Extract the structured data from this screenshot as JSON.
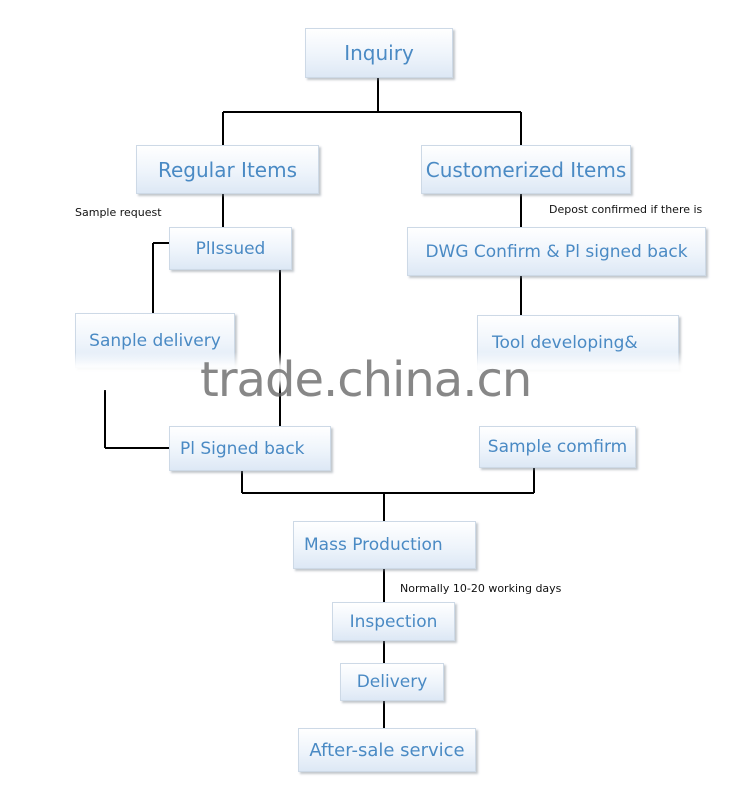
{
  "nodes": {
    "inquiry": "Inquiry",
    "regular_items": "Regular Items",
    "customerized_items": "Customerized Items",
    "pi_issued": "PlIssued",
    "dwg_confirm": "DWG Confirm & Pl signed back",
    "sample_delivery": "Sanple delivery",
    "tool_developing": "Tool developing&",
    "pi_signed_back": "Pl Signed back",
    "sample_confirm": "Sample comfirm",
    "mass_production": "Mass Production",
    "inspection": "Inspection",
    "delivery": "Delivery",
    "after_sale": "After-sale service"
  },
  "notes": {
    "sample_request": "Sample request",
    "deposit": "Depost confirmed if there is",
    "working_days": "Normally 10-20 working days"
  },
  "watermark": "trade.china.cn",
  "colors": {
    "box_text": "#4a8ac4",
    "connector": "#000000"
  }
}
